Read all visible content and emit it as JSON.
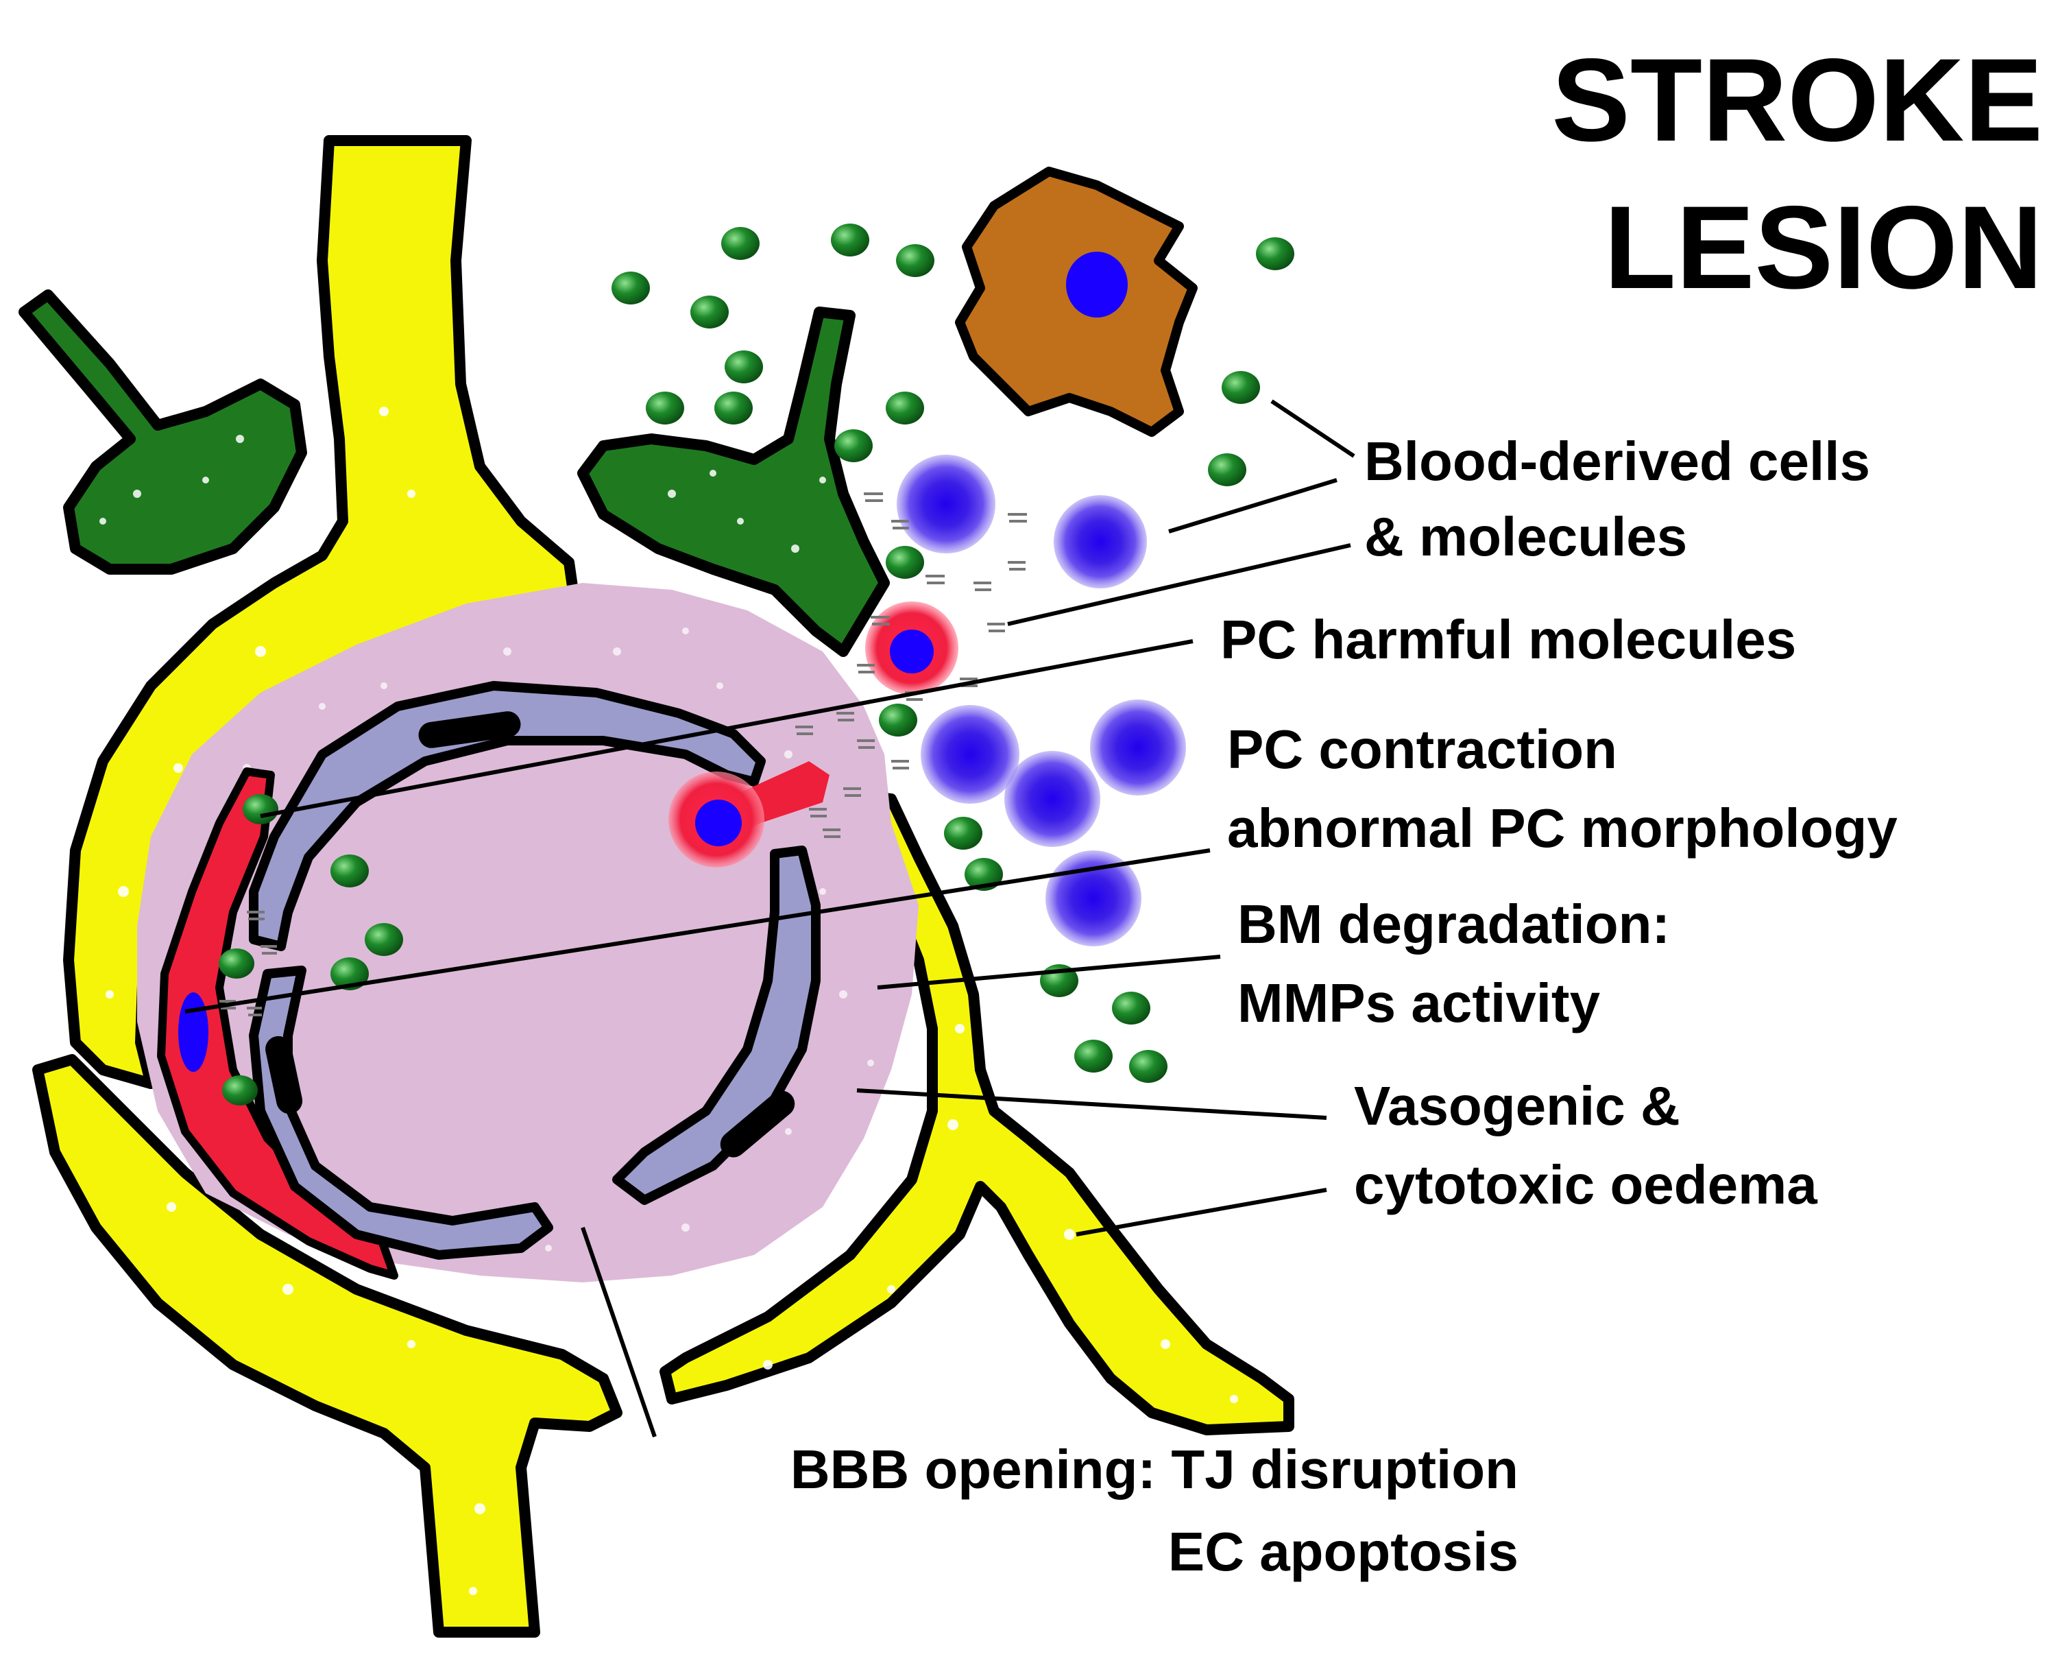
{
  "title": {
    "line1": "STROKE",
    "line2": "LESION"
  },
  "labels": {
    "blood_line1": "Blood-derived cells",
    "blood_line2": "& molecules",
    "pc_harmful": "PC harmful molecules",
    "pc_contraction_line1": "PC contraction",
    "pc_contraction_line2": "abnormal PC morphology",
    "bm_line1": "BM degradation:",
    "bm_line2": "MMPs activity",
    "oedema_line1": "Vasogenic &",
    "oedema_line2": "cytotoxic oedema",
    "bbb_line1": "BBB opening: TJ disruption",
    "bbb_line2": "EC apoptosis"
  },
  "colors": {
    "astrocyte_yellow": "#f5f50a",
    "microglia_green": "#1f7a1f",
    "basement_membrane": "#ddbad8",
    "endothelial": "#9b9bcc",
    "pericyte_red": "#ee1f3a",
    "leukocyte_blue": "#4d2ee8",
    "macrophage_brown": "#c0701a",
    "molecule_green": "#1a8a2a"
  }
}
